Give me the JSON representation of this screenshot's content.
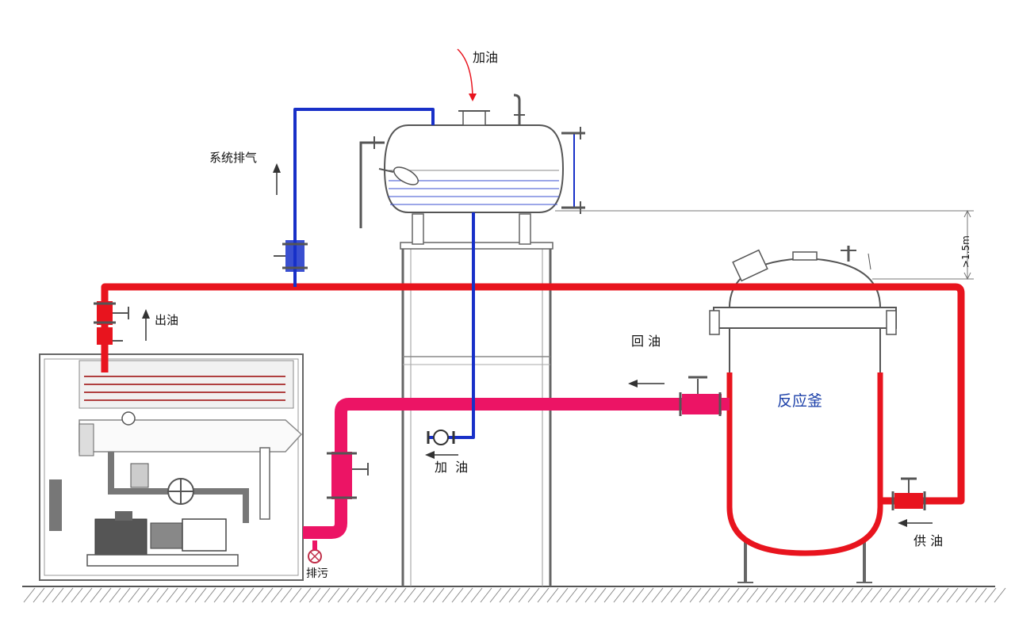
{
  "labels": {
    "add_oil_top": "加油",
    "system_vent": "系统排气",
    "oil_out": "出油",
    "return_oil": "回 油",
    "add_oil_bottom": "加  油",
    "drain": "排污",
    "supply_oil": "供 油",
    "reactor": "反应釜",
    "height_note": ">1.5m"
  },
  "colors": {
    "supply_line": "#e8141e",
    "return_line": "#ec1465",
    "fill_line": "#1830c8",
    "equipment_outline": "#555555",
    "ground_hatch": "#666666"
  }
}
